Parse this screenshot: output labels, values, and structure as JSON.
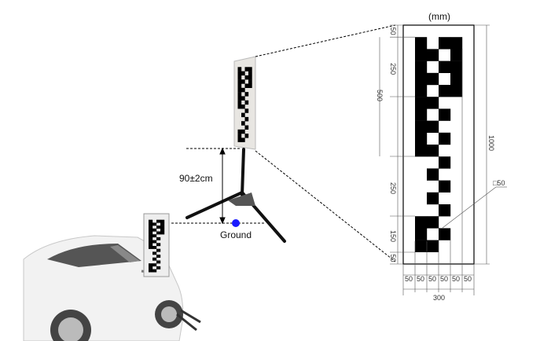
{
  "unit_label": "(mm)",
  "height_label": "90±2cm",
  "ground_label": "Ground",
  "target": {
    "pattern": [
      "......",
      ".#.##.",
      ".##.#.",
      ".#.##.",
      ".##.#.",
      ".#.##.",
      ".##...",
      ".#.#..",
      ".##...",
      ".#.#..",
      ".##...",
      "...#..",
      "..#...",
      "...#..",
      "..#...",
      "...#..",
      ".##...",
      ".#.#..",
      ".##...",
      "......"
    ],
    "left_dims": [
      "50",
      "250",
      "500",
      "250",
      "150",
      "50"
    ],
    "right_dim": "1000",
    "bottom_dims": [
      "50",
      "50",
      "50",
      "50",
      "50",
      "50"
    ],
    "total_width": "300",
    "cell_callout": "□50"
  },
  "colors": {
    "ground_dot": "#1a1aff",
    "pattern": "#000000"
  }
}
